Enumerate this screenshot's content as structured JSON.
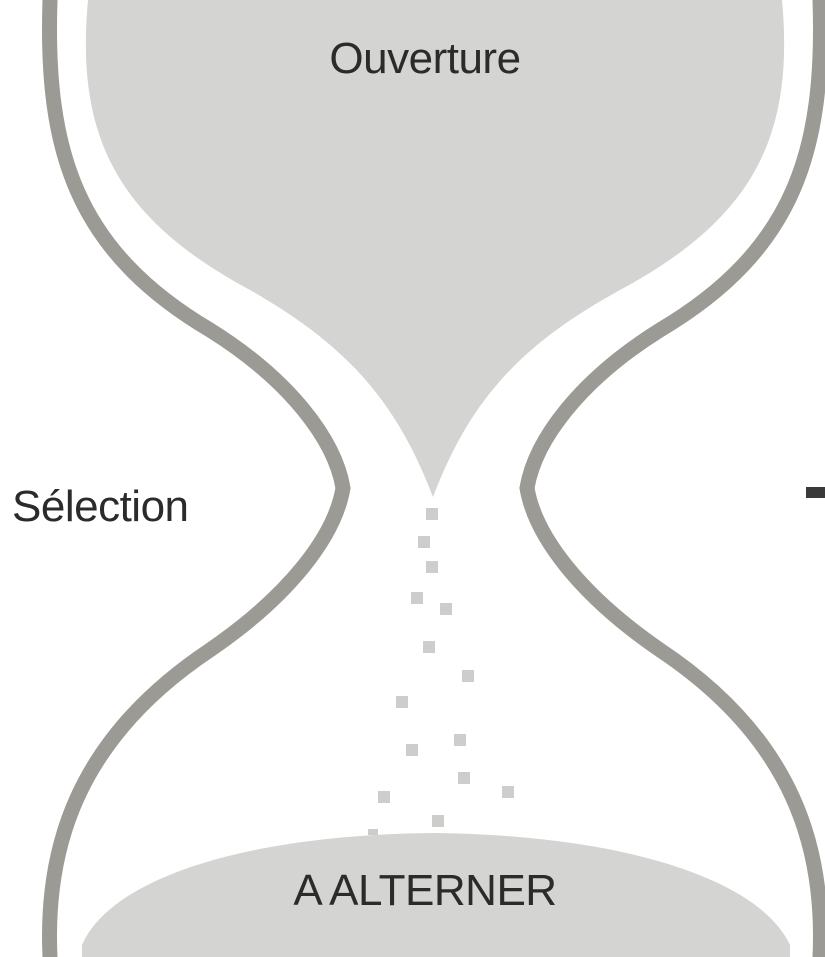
{
  "diagram": {
    "top_label": "Ouverture",
    "side_label": "Sélection",
    "bottom_label": "A ALTERNER"
  },
  "colors": {
    "frame": "#9b9a94",
    "sand": "#d4d4d2",
    "grain": "#cdcdcb",
    "text": "#2b2b2b",
    "background": "#ffffff"
  },
  "icons": {
    "hourglass": "hourglass-icon"
  }
}
